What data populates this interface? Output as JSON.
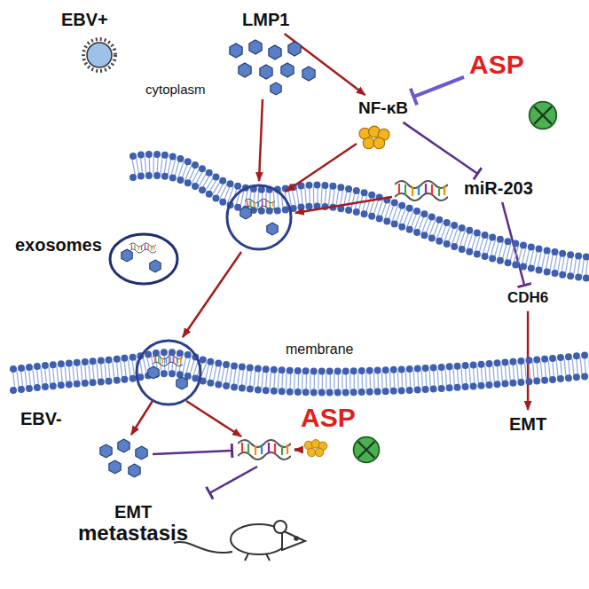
{
  "diagram": {
    "nodes": [
      {
        "text": [
          "LMP1"
        ]
      },
      {
        "text": [
          "NF-κB"
        ]
      },
      {
        "text": [
          "ASP"
        ]
      },
      {
        "text": [
          "miR-203"
        ]
      },
      {
        "text": [
          "CDH6"
        ]
      },
      {
        "text": [
          "EMT"
        ]
      },
      {
        "text": [
          "ASP"
        ]
      },
      {
        "text": [
          "EMT",
          "metastasis"
        ]
      }
    ],
    "edges": [
      {
        "from": 0,
        "to": 1,
        "arrow": "to"
      },
      {
        "from": 2,
        "to": 1,
        "arrow": "to"
      },
      {
        "from": 1,
        "to": 3,
        "arrow": "to"
      },
      {
        "from": 3,
        "to": 4,
        "arrow": "to"
      },
      {
        "from": 4,
        "to": 5,
        "arrow": "to"
      }
    ],
    "labels": [
      "EBV+",
      "cytoplasm",
      "exosomes",
      "membrane",
      "EBV-"
    ]
  }
}
